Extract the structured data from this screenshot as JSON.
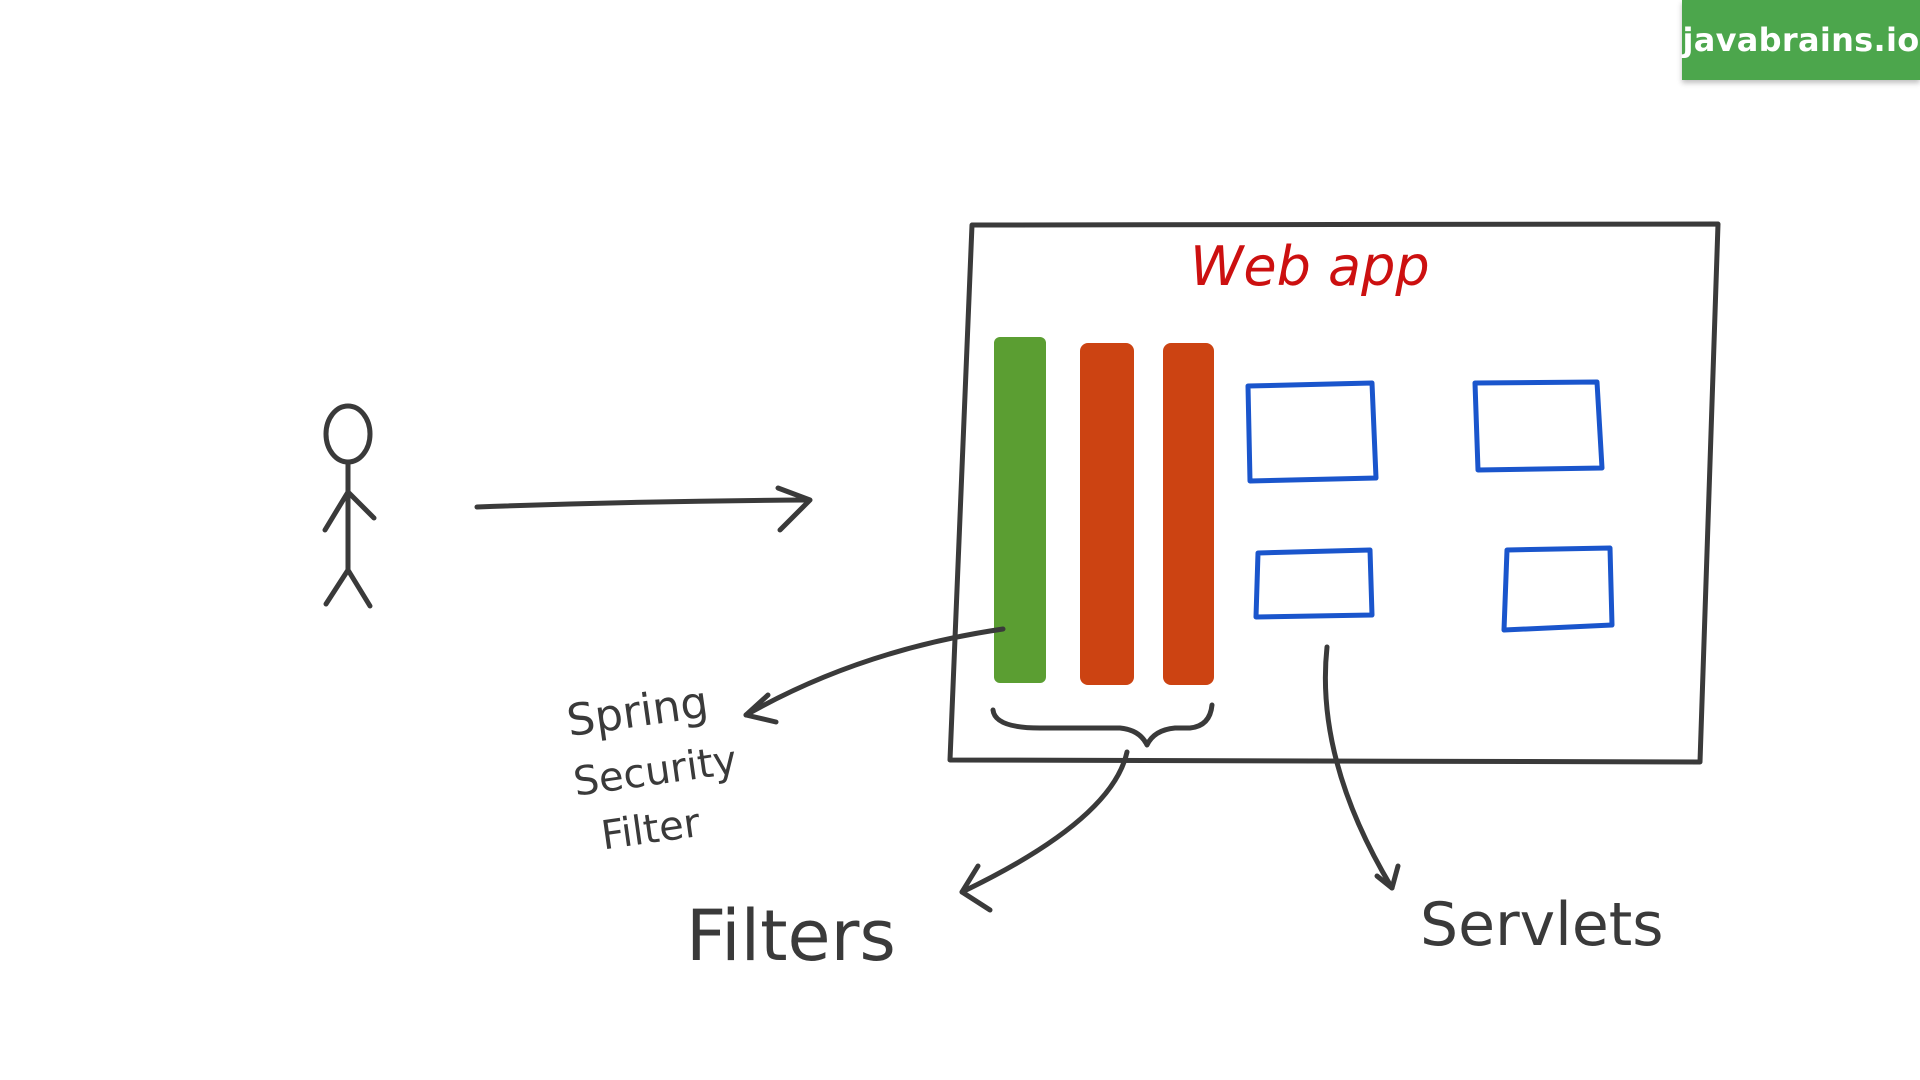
{
  "branding": {
    "label": "javabrains.io",
    "color": "#4ca64c"
  },
  "webapp": {
    "title": "Web app",
    "title_color": "#cc1010",
    "border_color": "#3a3a3a"
  },
  "filters": {
    "label": "Filters",
    "items": [
      {
        "color": "#5b9e32"
      },
      {
        "color": "#cc4312"
      },
      {
        "color": "#cc4312"
      }
    ]
  },
  "servlets": {
    "label": "Servlets",
    "box_color": "#1a55cc",
    "count": 4
  },
  "spring_security_filter": {
    "lines": [
      "Spring",
      "Security",
      "Filter"
    ]
  },
  "icons": [
    "user-stick-figure-icon",
    "arrow-right-icon",
    "brace-icon",
    "curved-arrow-icon"
  ]
}
